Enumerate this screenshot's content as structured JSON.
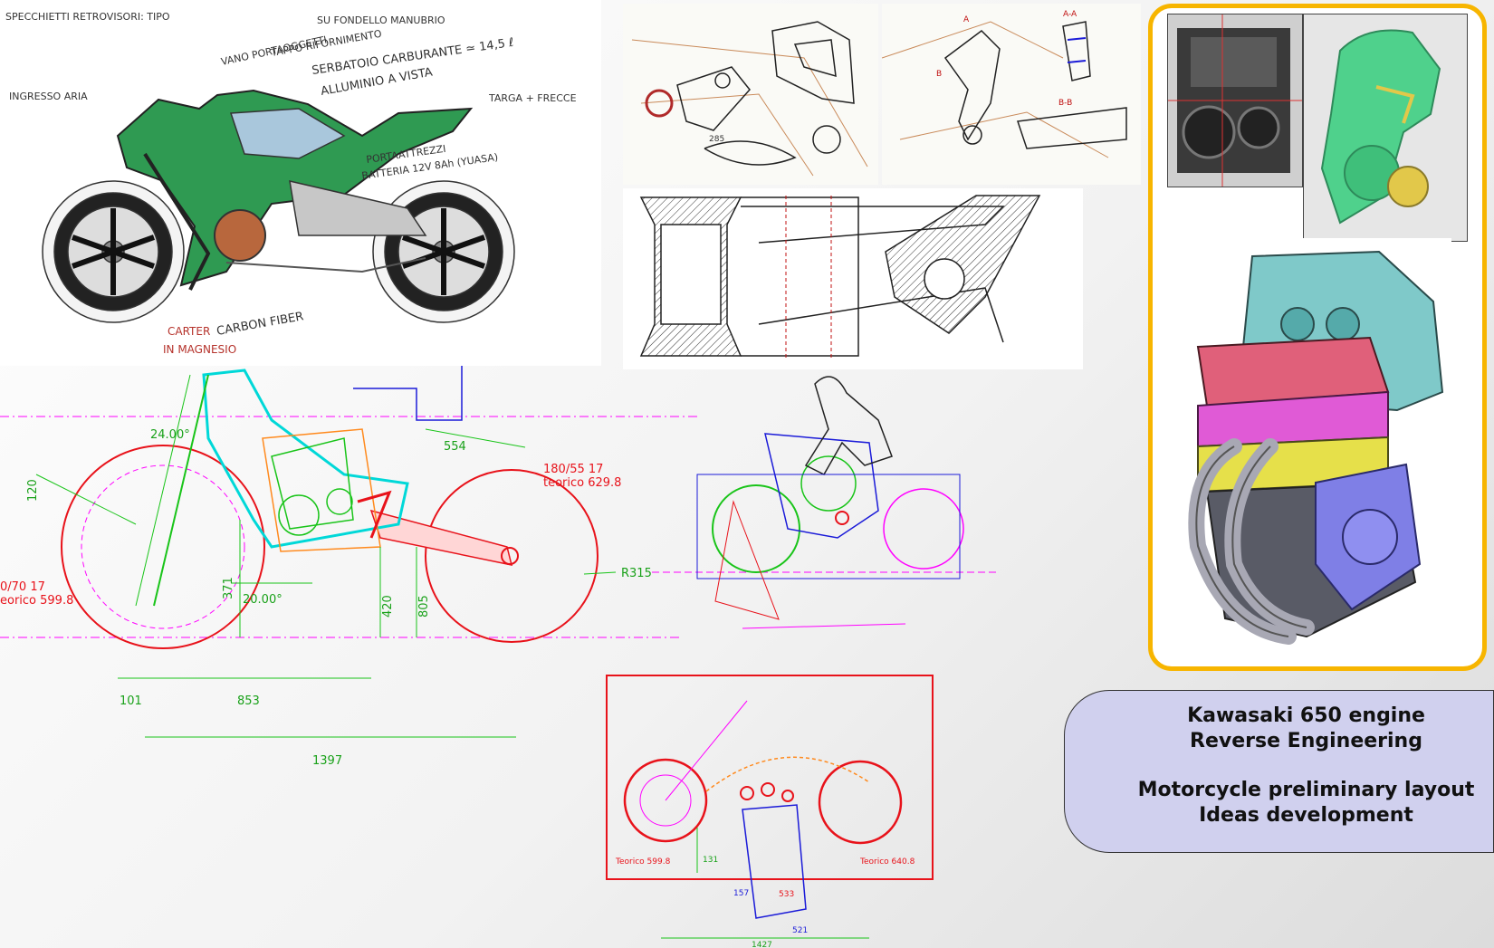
{
  "sketch": {
    "notes": [
      "SPECCHIETTI RETROVISORI: TIPO",
      "SU FONDELLO MANUBRIO",
      "VANO PORTAOGGETTI",
      "TAPPO RIFORNIMENTO",
      "SERBATOIO CARBURANTE ≃ 14,5 ℓ",
      "ALLUMINIO A VISTA",
      "INGRESSO ARIA",
      "TARGA + FRECCE",
      "PORTAATTREZZI",
      "BATTERIA 12V 8Ah (YUASA)",
      "CARTER",
      "IN MAGNESIO",
      "CARBON FIBER"
    ]
  },
  "detail_drawings": {
    "dimension_285": "285",
    "section_a": "A-A",
    "section_b": "B-B",
    "label_a": "A",
    "label_b": "B"
  },
  "cad_main": {
    "angle_top": "24.00°",
    "dim_120": "120",
    "dim_554": "554",
    "rear_tire": "180/55 17",
    "rear_theoretical": "teorico 629.8",
    "front_tire": "0/70 17",
    "front_theoretical": "eorico 599.8",
    "dim_371": "371",
    "angle_bottom": "20.00°",
    "dim_420": "420",
    "dim_805": "805",
    "radius": "R315",
    "dim_101": "101",
    "dim_853": "853",
    "dim_1397": "1397"
  },
  "cad_top": {
    "front_label": "Teorico 599.8",
    "rear_label": "Teorico 640.8",
    "dim_1427": "1427",
    "dim_533": "533",
    "dim_521": "521",
    "dim_157": "157",
    "dim_131": "131"
  },
  "caption": {
    "line1": "Kawasaki 650 engine",
    "line2": "Reverse Engineering",
    "line3": "Motorcycle preliminary layout",
    "line4": "Ideas development"
  },
  "colors": {
    "frame_border": "#f7b500",
    "caption_bg": "#d0d0ee",
    "cad_red": "#e8121a",
    "cad_green": "#19c419",
    "cad_magenta": "#ff00ff",
    "cad_blue": "#1b1bd8",
    "cad_cyan": "#00d8d8",
    "cad_orange": "#ff8a1e"
  }
}
